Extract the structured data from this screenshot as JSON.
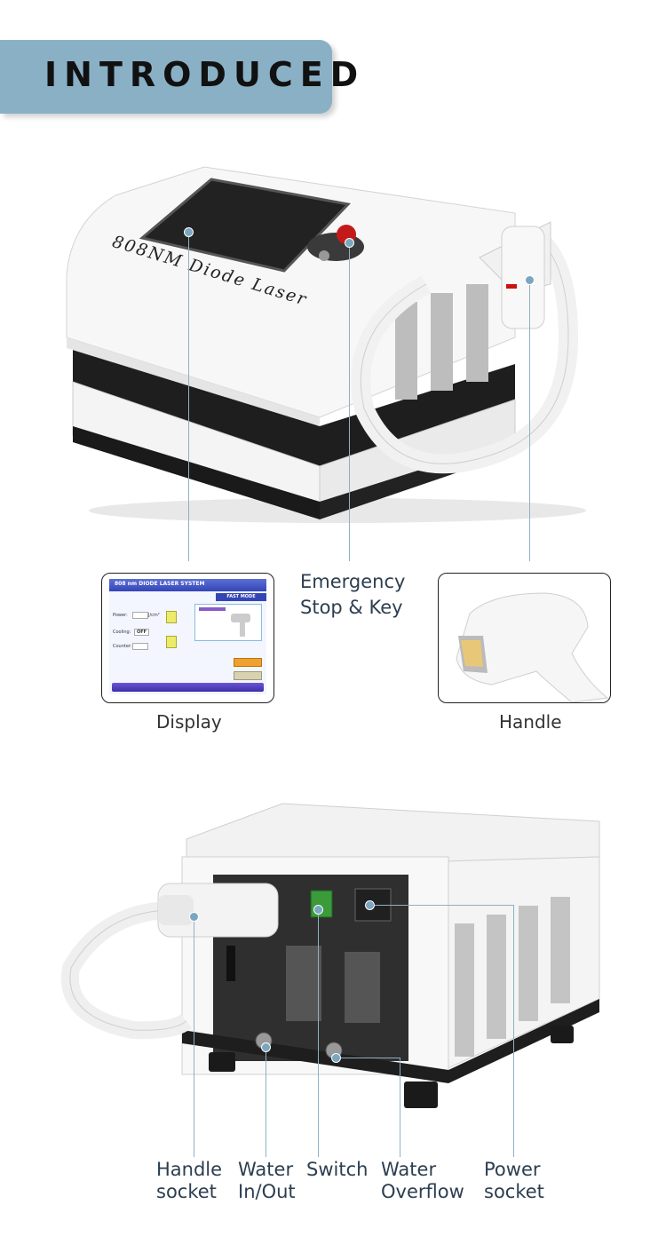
{
  "banner": {
    "title": "INTRODUCED"
  },
  "machine_front": {
    "brand_text": "808NM Diode Laser"
  },
  "callouts_top": {
    "display": "Display",
    "emergency_line1": "Emergency",
    "emergency_line2": "Stop & Key",
    "handle": "Handle"
  },
  "display_screen": {
    "title": "808 nm DIODE LASER SYSTEM",
    "mode": "FAST MODE",
    "power_label": "Power:",
    "power_unit": "J/cm²",
    "cooling_label": "Cooling:",
    "cooling_value": "OFF",
    "counter_label": "Counter:"
  },
  "callouts_bottom": {
    "handle_socket_1": "Handle",
    "handle_socket_2": "socket",
    "water_inout_1": "Water",
    "water_inout_2": "In/Out",
    "switch": "Switch",
    "water_overflow_1": "Water",
    "water_overflow_2": "Overflow",
    "power_socket_1": "Power",
    "power_socket_2": "socket"
  },
  "colors": {
    "banner": "#8ab0c6",
    "line": "#8fb0c4",
    "text": "#2c3e50"
  }
}
